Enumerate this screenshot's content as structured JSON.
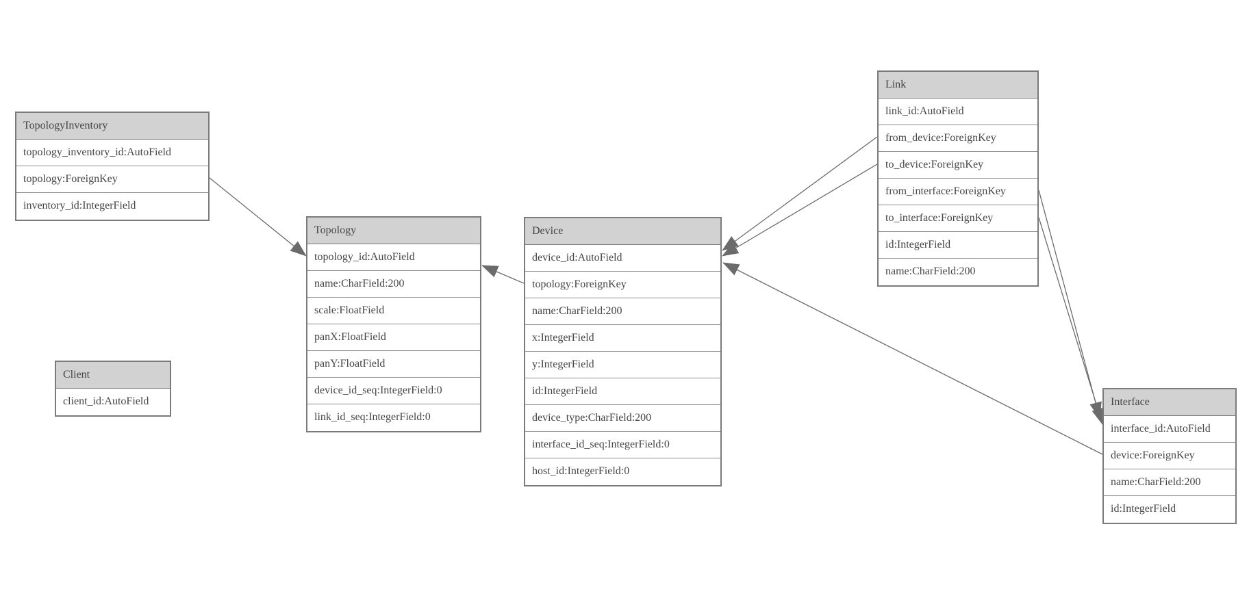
{
  "diagram": {
    "type": "database-model-diagram",
    "colors": {
      "header_fill": "#d2d2d2",
      "border": "#7b7b7b",
      "row_divider": "#8c8c8c",
      "text": "#454545",
      "edge": "#6b6b6b",
      "background": "#ffffff"
    },
    "entities": [
      {
        "name": "TopologyInventory",
        "fields": [
          "topology_inventory_id:AutoField",
          "topology:ForeignKey",
          "inventory_id:IntegerField"
        ]
      },
      {
        "name": "Topology",
        "fields": [
          "topology_id:AutoField",
          "name:CharField:200",
          "scale:FloatField",
          "panX:FloatField",
          "panY:FloatField",
          "device_id_seq:IntegerField:0",
          "link_id_seq:IntegerField:0"
        ]
      },
      {
        "name": "Client",
        "fields": [
          "client_id:AutoField"
        ]
      },
      {
        "name": "Device",
        "fields": [
          "device_id:AutoField",
          "topology:ForeignKey",
          "name:CharField:200",
          "x:IntegerField",
          "y:IntegerField",
          "id:IntegerField",
          "device_type:CharField:200",
          "interface_id_seq:IntegerField:0",
          "host_id:IntegerField:0"
        ]
      },
      {
        "name": "Link",
        "fields": [
          "link_id:AutoField",
          "from_device:ForeignKey",
          "to_device:ForeignKey",
          "from_interface:ForeignKey",
          "to_interface:ForeignKey",
          "id:IntegerField",
          "name:CharField:200"
        ]
      },
      {
        "name": "Interface",
        "fields": [
          "interface_id:AutoField",
          "device:ForeignKey",
          "name:CharField:200",
          "id:IntegerField"
        ]
      }
    ],
    "relationships": [
      {
        "from": "TopologyInventory.topology",
        "to": "Topology"
      },
      {
        "from": "Device.topology",
        "to": "Topology"
      },
      {
        "from": "Link.from_device",
        "to": "Device"
      },
      {
        "from": "Link.to_device",
        "to": "Device"
      },
      {
        "from": "Link.from_interface",
        "to": "Interface"
      },
      {
        "from": "Link.to_interface",
        "to": "Interface"
      },
      {
        "from": "Interface.device",
        "to": "Device"
      }
    ]
  }
}
